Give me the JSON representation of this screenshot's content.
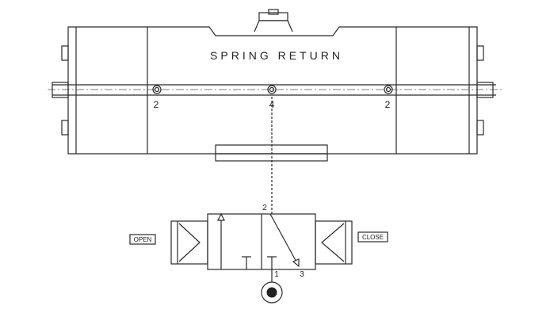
{
  "diagram": {
    "title": "SPRING RETURN",
    "actuator_ports": [
      "2",
      "4",
      "2"
    ],
    "valve_ports": {
      "outlet": "2",
      "supply": "1",
      "exhaust": "3"
    },
    "buttons": {
      "open": "OPEN",
      "close": "CLOSE"
    }
  }
}
